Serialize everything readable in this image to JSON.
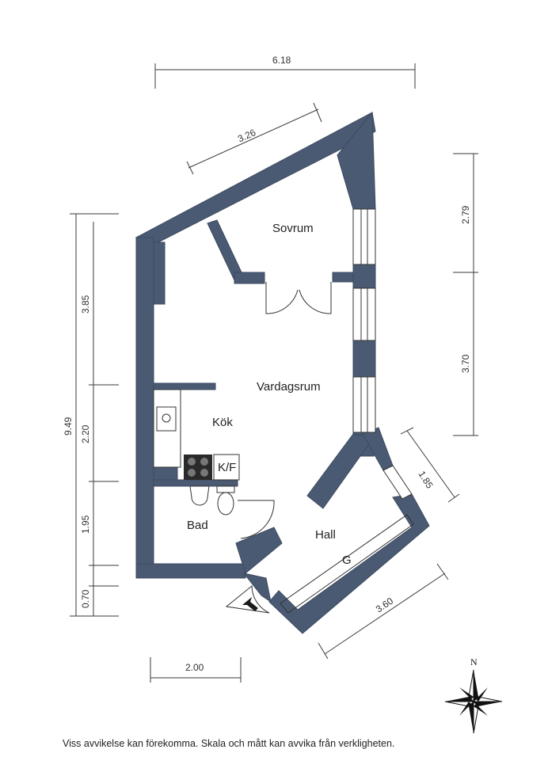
{
  "dimensions": {
    "top_width": "6.18",
    "top_diag": "3.26",
    "right_upper": "2.79",
    "right_lower": "3.70",
    "left_total": "9.49",
    "left_1": "3.85",
    "left_2": "2.20",
    "left_3": "1.95",
    "left_4": "0.70",
    "bottom_width": "2.00",
    "hall_diag": "3.60",
    "hall_small": "1.85"
  },
  "rooms": {
    "sovrum": "Sovrum",
    "vardagsrum": "Vardagsrum",
    "kok": "Kök",
    "kf": "K/F",
    "bad": "Bad",
    "hall": "Hall",
    "g": "G"
  },
  "compass": {
    "north_label": "N"
  },
  "disclaimer": "Viss avvikelse kan förekomma. Skala och mått kan avvika från verkligheten.",
  "colors": {
    "wall": "#4a5a73"
  }
}
